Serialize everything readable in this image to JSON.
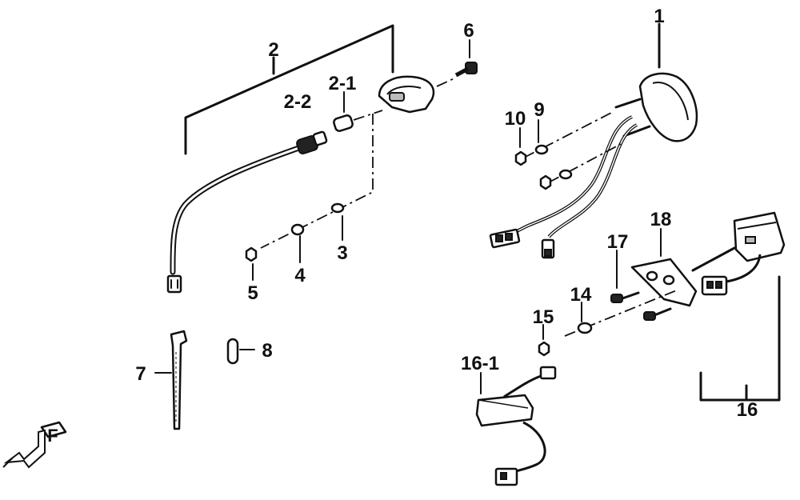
{
  "labels": {
    "l1": "1",
    "l2": "2",
    "l2_1": "2-1",
    "l2_2": "2-2",
    "l3": "3",
    "l4": "4",
    "l5": "5",
    "l6": "6",
    "l7": "7",
    "l8": "8",
    "l9": "9",
    "l10": "10",
    "l14": "14",
    "l15": "15",
    "l16": "16",
    "l16_1": "16-1",
    "l17": "17",
    "l18": "18"
  },
  "direction_marker": "F",
  "colors": {
    "ink": "#111111",
    "background": "#ffffff"
  }
}
